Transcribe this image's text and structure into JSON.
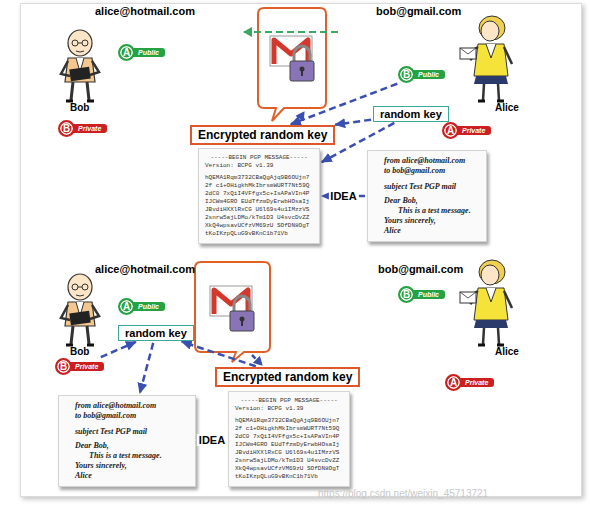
{
  "diagram": {
    "nodes": [
      {
        "text": [
          "A",
          "Public"
        ]
      },
      {
        "text": [
          "B",
          "Private"
        ]
      },
      {
        "text": [
          "B",
          "Public"
        ]
      },
      {
        "text": [
          "A",
          "Private"
        ]
      },
      {
        "text": [
          "Encrypted random key"
        ]
      },
      {
        "text": [
          "random key"
        ]
      },
      {
        "text": [
          "-----BEGIN PGP MESSAGE-----",
          "Version: BCPG v1.39",
          "hQEMA1Rqm3732CBaQgAjq9B6OUjn72f c1+OHigkhMkIbrsmWURT7Nt59Q2dC0 7xQiI4VFfgx5c+IsAPaVIn4PIJCWm4GRO EUdTfzmDyErwbHOsaIjJBvdiHXXlRxCG U6l69s4u1IMzzVS2snrw5ajLDMo/kTm1D3 U4svcDvZZXkQ4wpsavUCfzVM69zU SOfDN8OgTtKoIKzpQLuG9vBKnC1b71Vb"
        ]
      },
      {
        "text": [
          "from alice@hotmail.com",
          "to bob@gmail.com",
          "subject Test PGP mail",
          "Dear Bob,",
          "This is a test message.",
          "Yours sincerely,",
          "Alice"
        ]
      },
      {
        "text": [
          "A",
          "Public"
        ]
      },
      {
        "text": [
          "B",
          "Private"
        ]
      },
      {
        "text": [
          "B",
          "Public"
        ]
      },
      {
        "text": [
          "A",
          "Private"
        ]
      },
      {
        "text": [
          "random key"
        ]
      },
      {
        "text": [
          "Encrypted random key"
        ]
      },
      {
        "text": [
          "-----BEGIN PGP MESSAGE-----",
          "Version: BCPG v1.39",
          "hQEMA1Rqm3732CBaQgAjq9B6OUjn72f c1+OHigkhMkIbrsmWURT7Nt59Q2dC0 7xQiI4VFfgx5c+IsAPaVIn4PIJCWm4GRO EUdTfzmDyErwbHOsaIjJBvdiHXXlRxCG U6l69s4u1IMzzVS2snrw5ajLDMo/kTm1D3 U4svcDvZZXkQ4wpsavUCfzVM69zU SOfDN8OgTtKoIKzpQLuG9vBKnC1b71Vb"
        ]
      },
      {
        "text": [
          "from alice@hotmail.com",
          "to bob@gmail.com",
          "subject Test PGP mail",
          "Dear Bob,",
          "This is a test message.",
          "Yours sincerely,",
          "Alice"
        ]
      }
    ],
    "edges": [
      {
        "from": 2,
        "to": 4,
        "arrow": "to"
      },
      {
        "from": 5,
        "to": 4,
        "arrow": "to"
      },
      {
        "from": 5,
        "to": 6,
        "arrow": "to"
      },
      {
        "from": 7,
        "to": 6,
        "label": "IDEA",
        "arrow": "to"
      },
      {
        "from": 13,
        "to": 12,
        "arrow": "to"
      },
      {
        "from": 9,
        "to": 12,
        "arrow": "to"
      },
      {
        "from": 12,
        "to": 15,
        "arrow": "to"
      },
      {
        "from": 14,
        "to": 15,
        "label": "IDEA",
        "arrow": "to"
      }
    ],
    "labels": [
      "alice@hotmail.com",
      "Bob",
      "bob@gmail.com",
      "Alice",
      "alice@hotmail.com",
      "Bob",
      "bob@gmail.com",
      "Alice",
      "https://blog.csdn.net/weixin_45713721"
    ]
  }
}
